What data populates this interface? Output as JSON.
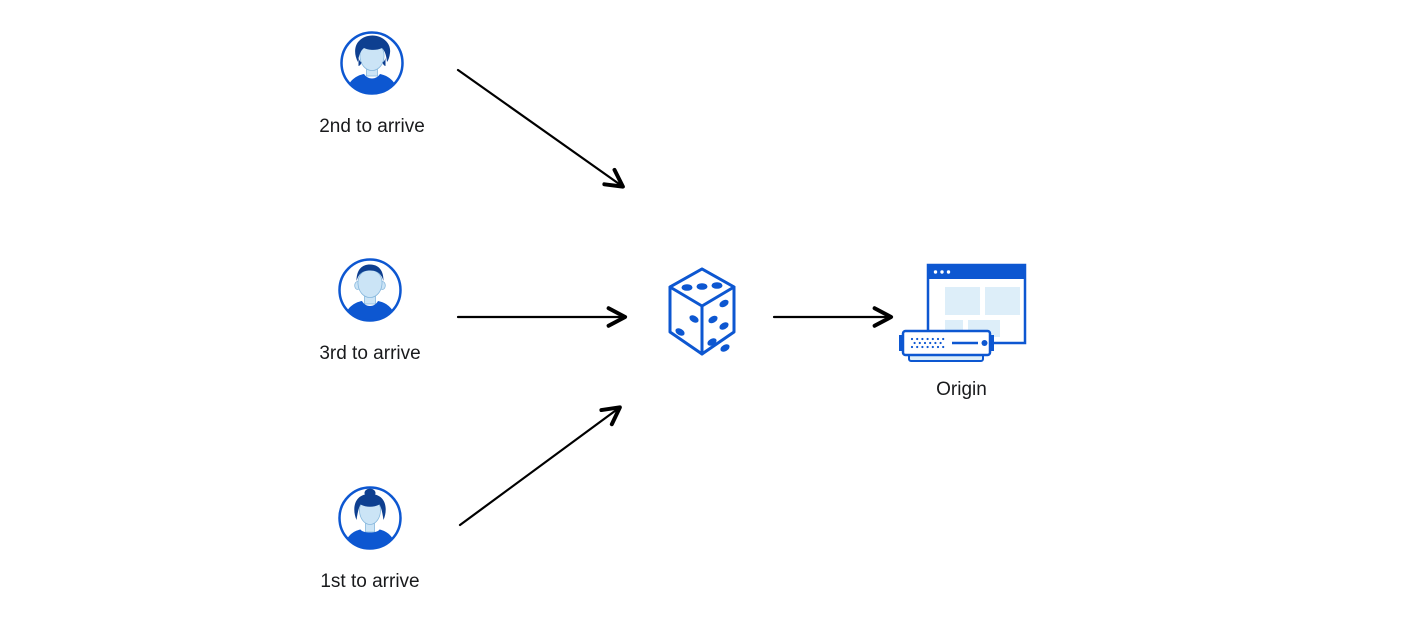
{
  "palette": {
    "primary_blue": "#0d57d1",
    "dark_navy": "#0e3f90",
    "face_blue": "#cbe4f6",
    "pale_blue": "#ddeef9",
    "face_line": "#86b7dd",
    "arrow_black": "#000000",
    "text_color": "#191a1c"
  },
  "nodes": {
    "user_top": {
      "label": "2nd to arrive",
      "icon": "male-user-swept-hair-avatar"
    },
    "user_middle": {
      "label": "3rd to arrive",
      "icon": "male-user-short-hair-avatar"
    },
    "user_bottom": {
      "label": "1st to arrive",
      "icon": "female-user-bun-avatar"
    },
    "randomizer": {
      "icon": "dice"
    },
    "origin": {
      "label": "Origin",
      "icon": "origin-server-browser"
    }
  },
  "edges": [
    {
      "from": "user_top",
      "to": "randomizer"
    },
    {
      "from": "user_middle",
      "to": "randomizer"
    },
    {
      "from": "user_bottom",
      "to": "randomizer"
    },
    {
      "from": "randomizer",
      "to": "origin"
    }
  ]
}
